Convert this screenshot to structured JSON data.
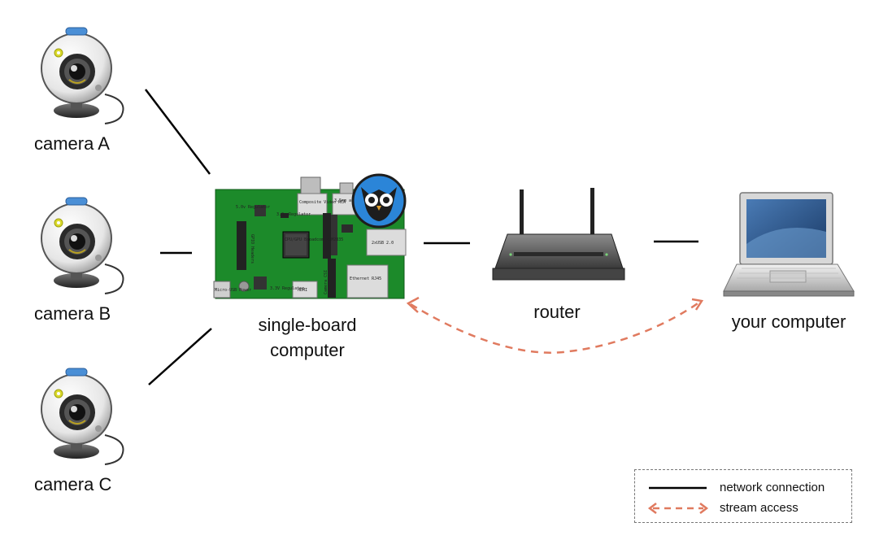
{
  "devices": {
    "camera_a": "camera A",
    "camera_b": "camera B",
    "camera_c": "camera C",
    "sbc_line1": "single-board",
    "sbc_line2": "computer",
    "router": "router",
    "your_computer": "your computer"
  },
  "board_labels": {
    "regulator_top": "5.0v Regulator",
    "regulator_33": "3.3v Regulator",
    "composite": "Composite Video RCA",
    "audio": "3.5mm audio out",
    "gpio": "GPIO Headers",
    "cpu": "CPU/GPU Broadcom BCM2835",
    "usb": "2xUSB 2.0",
    "camera_csi": "Camera CSI",
    "ethernet": "Ethernet RJ45",
    "hdmi": "HDMI",
    "micro_usb": "Micro-USB Power",
    "regulator_bottom": "3.3V Regulator"
  },
  "legend": {
    "network": "network connection",
    "stream": "stream access"
  },
  "colors": {
    "line": "#000000",
    "stream": "#e07a5f",
    "board": "#1c8a2a",
    "owl": "#2b85d8"
  }
}
